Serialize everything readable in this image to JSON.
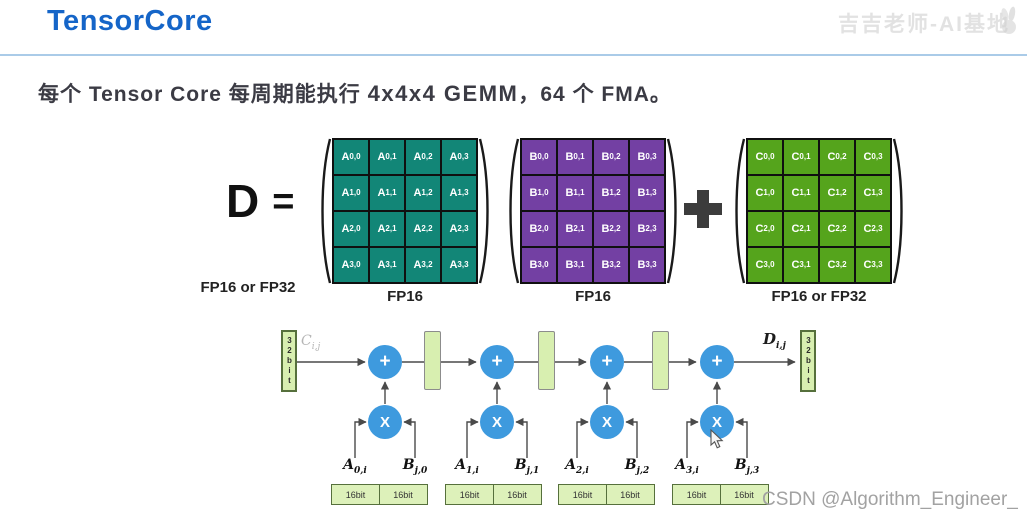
{
  "header": {
    "title": "TensorCore"
  },
  "heading": {
    "part1": "每个 Tensor Core 每周期能执行 ",
    "part2": "4x4x4  GEMM",
    "part3": "，64 个 FMA。"
  },
  "equation": {
    "result_symbol": "D",
    "equals_symbol": "=",
    "plus_symbol": "+",
    "result_type": "FP16 or FP32"
  },
  "matrices": {
    "a": {
      "letter": "A",
      "type_label": "FP16",
      "color": "#128677",
      "subs": [
        "0,0",
        "0,1",
        "0,2",
        "0,3",
        "1,0",
        "1,1",
        "1,2",
        "1,3",
        "2,0",
        "2,1",
        "2,2",
        "2,3",
        "3,0",
        "3,1",
        "3,2",
        "3,3"
      ]
    },
    "b": {
      "letter": "B",
      "type_label": "FP16",
      "color": "#7340a3",
      "subs": [
        "0,0",
        "0,1",
        "0,2",
        "0,3",
        "1,0",
        "1,1",
        "1,2",
        "1,3",
        "2,0",
        "2,1",
        "2,2",
        "2,3",
        "3,0",
        "3,1",
        "3,2",
        "3,3"
      ]
    },
    "c": {
      "letter": "C",
      "type_label": "FP16 or FP32",
      "color": "#55a41c",
      "subs": [
        "0,0",
        "0,1",
        "0,2",
        "0,3",
        "1,0",
        "1,1",
        "1,2",
        "1,3",
        "2,0",
        "2,1",
        "2,2",
        "2,3",
        "3,0",
        "3,1",
        "3,2",
        "3,3"
      ]
    }
  },
  "dataflow": {
    "accumulator_input": {
      "letter": "C",
      "sub": "i,j"
    },
    "result_output": {
      "letter": "D",
      "sub": "i,j"
    },
    "input_width_label": "32bit",
    "output_width_label": "32bit",
    "add_symbol": "+",
    "multiply_symbol": "X",
    "operand_width_label": "16bit",
    "units": [
      {
        "a": {
          "letter": "A",
          "sub": "0,i"
        },
        "b": {
          "letter": "B",
          "sub": "j,0"
        }
      },
      {
        "a": {
          "letter": "A",
          "sub": "1,i"
        },
        "b": {
          "letter": "B",
          "sub": "j,1"
        }
      },
      {
        "a": {
          "letter": "A",
          "sub": "2,i"
        },
        "b": {
          "letter": "B",
          "sub": "j,2"
        }
      },
      {
        "a": {
          "letter": "A",
          "sub": "3,i"
        },
        "b": {
          "letter": "B",
          "sub": "j,3"
        }
      }
    ]
  },
  "watermarks": {
    "top_right": "吉吉老师-AI基地",
    "bottom_right": "CSDN @Algorithm_Engineer_"
  },
  "colors": {
    "accent_blue": "#1565c8",
    "operator_circle_blue": "#3e9ade",
    "register_green": "#d8efb0",
    "matrix_a_teal": "#128677",
    "matrix_b_purple": "#7340a3",
    "matrix_c_green": "#55a41c"
  }
}
